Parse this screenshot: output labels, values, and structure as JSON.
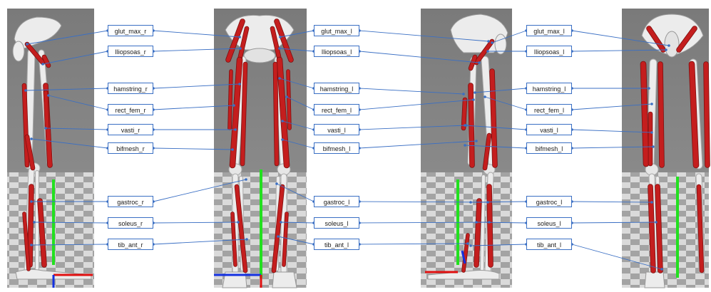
{
  "panels": [
    {
      "name": "right leg lateral view"
    },
    {
      "name": "front view"
    },
    {
      "name": "left leg lateral view"
    },
    {
      "name": "rear view"
    }
  ],
  "label_columns": [
    {
      "side": "right",
      "labels": [
        "glut_max_r",
        "Iliopsoas_r",
        "hamstring_r",
        "rect_fem_r",
        "vasti_r",
        "bifmesh_r",
        "gastroc_r",
        "soleus_r",
        "tib_ant_r"
      ]
    },
    {
      "side": "left",
      "labels": [
        "glut_max_l",
        "Iliopsoas_l",
        "hamstring_l",
        "rect_fem_l",
        "vasti_l",
        "bifmesh_l",
        "gastroc_l",
        "soleus_l",
        "tib_ant_l"
      ]
    },
    {
      "side": "left",
      "labels": [
        "glut_max_l",
        "Iliopsoas_l",
        "hamstring_l",
        "rect_fem_l",
        "vasti_l",
        "bifmesh_l",
        "gastroc_l",
        "soleus_l",
        "tib_ant_l"
      ]
    }
  ],
  "colors": {
    "muscle": "#c41e1e",
    "bone": "#ececec",
    "bone_shade": "#c9c9c9",
    "connector": "#3a6fc4",
    "axis_green": "#22e01f",
    "axis_red": "#e01010",
    "axis_blue": "#1330e0",
    "floor_dark": "#8e8e8e",
    "floor_light": "#cfcfcf",
    "sky": "#808080"
  }
}
